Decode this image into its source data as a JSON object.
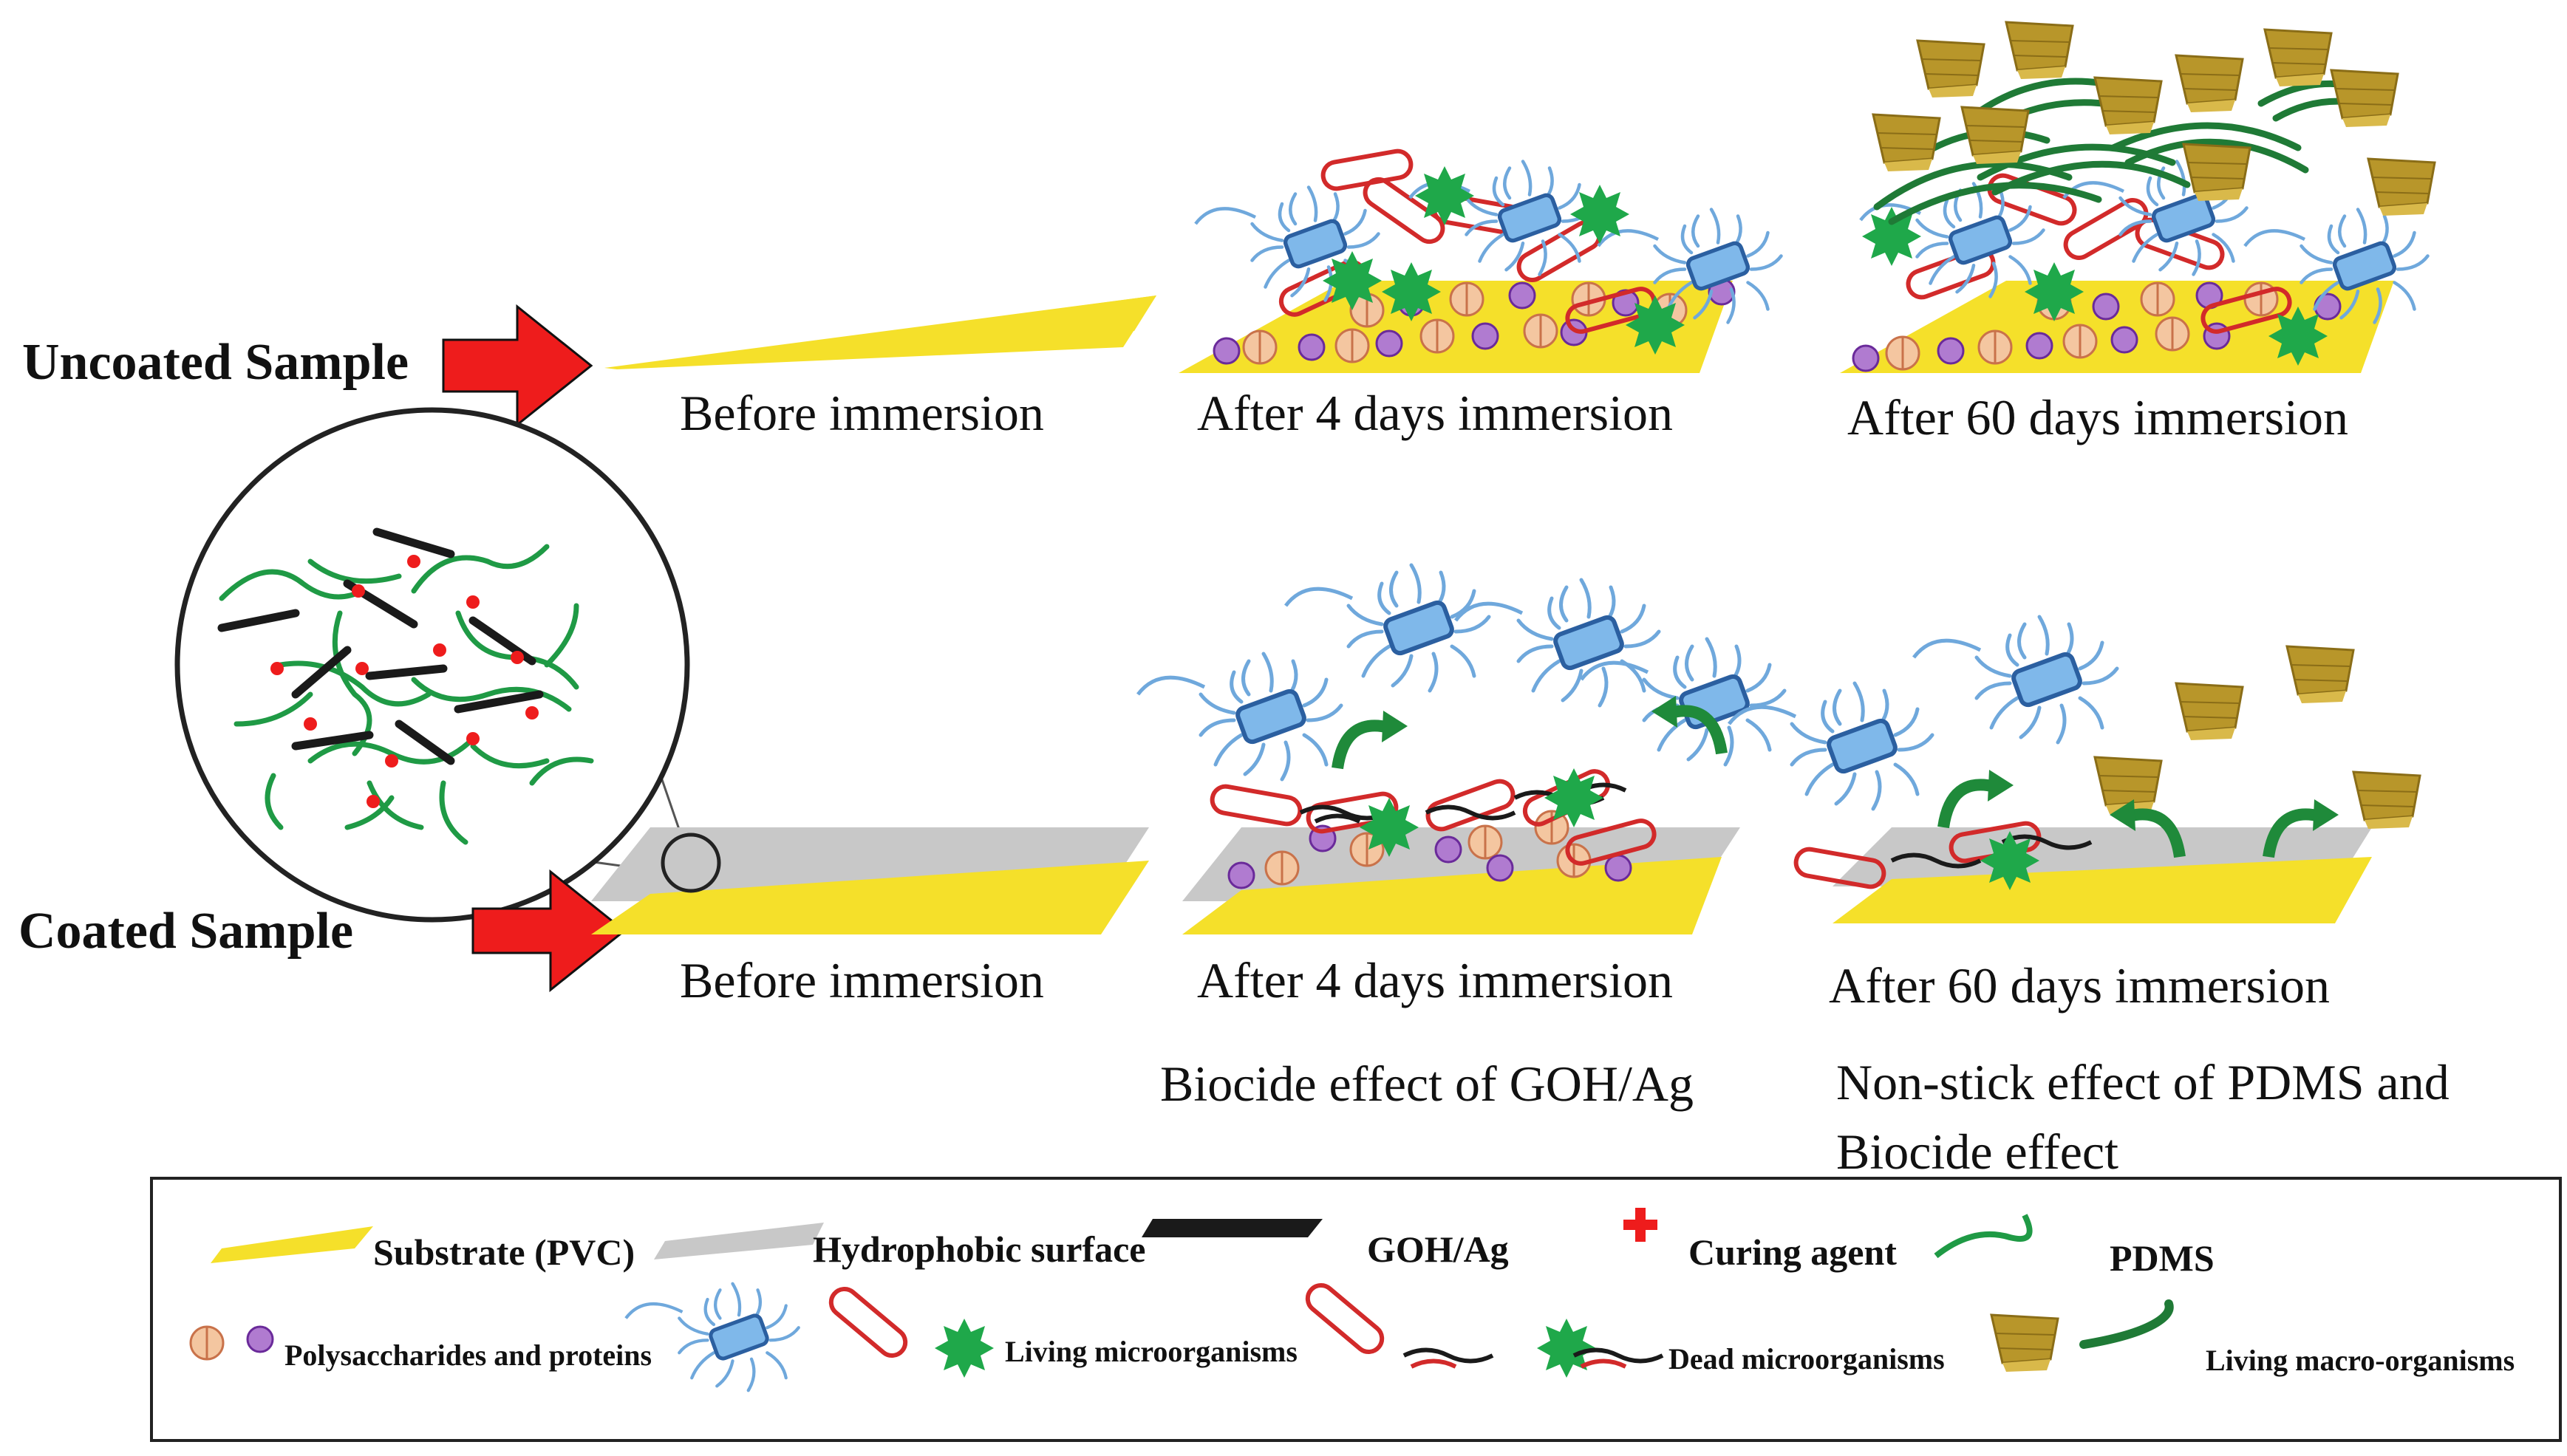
{
  "rows": {
    "uncoated": "Uncoated Sample",
    "coated": "Coated Sample"
  },
  "stages": {
    "uncoated": [
      "Before immersion",
      "After 4 days immersion",
      "After 60 days immersion"
    ],
    "coated": [
      "Before immersion",
      "After 4 days immersion",
      "After 60 days immersion"
    ]
  },
  "effects": {
    "four_days": "Biocide effect of GOH/Ag",
    "sixty_days_line1": "Non-stick effect of PDMS and",
    "sixty_days_line2": "Biocide effect"
  },
  "legend": {
    "substrate": "Substrate (PVC)",
    "hydrophobic": "Hydrophobic surface",
    "goh_ag": "GOH/Ag",
    "curing": "Curing agent",
    "pdms": "PDMS",
    "polysaccharides": "Polysaccharides and proteins",
    "living_micro": "Living microorganisms",
    "dead_micro": "Dead microorganisms",
    "living_macro": "Living macro-organisms"
  },
  "colors": {
    "substrate": "#f5e02a",
    "hydrophobic": "#c8c8c8",
    "arrow": "#ee1c1c",
    "pdms": "#1f9a45",
    "bacteria": "#6fa8dc",
    "living": "#1fa84a",
    "diatom": "#d22a2a",
    "macro": "#b8962a"
  }
}
